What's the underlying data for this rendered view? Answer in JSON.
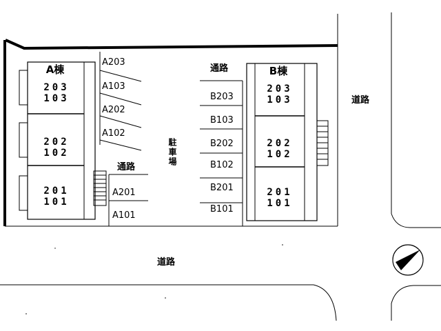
{
  "buildings": {
    "a": {
      "name": "A棟",
      "units": [
        [
          "203",
          "103"
        ],
        [
          "202",
          "102"
        ],
        [
          "201",
          "101"
        ]
      ]
    },
    "b": {
      "name": "B棟",
      "units": [
        [
          "203",
          "103"
        ],
        [
          "202",
          "102"
        ],
        [
          "201",
          "101"
        ]
      ]
    }
  },
  "parking": {
    "label": "駐車場",
    "left": [
      "A203",
      "A103",
      "A202",
      "A102"
    ],
    "left_lower": [
      "A201",
      "A101"
    ],
    "right": [
      "B203",
      "B103",
      "B202",
      "B102",
      "B201",
      "B101"
    ]
  },
  "roads": {
    "passage_top": "通路",
    "passage_mid": "通路",
    "road_east": "道路",
    "road_south": "道路"
  },
  "compass": {
    "icon": "north-arrow-icon"
  }
}
